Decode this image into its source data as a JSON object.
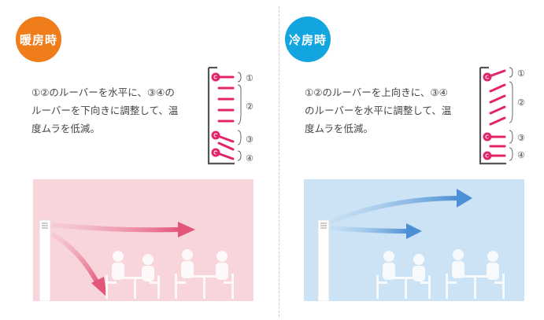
{
  "heating": {
    "badge": "暖房時",
    "badge_color": "#EE7D1A",
    "desc_line1": "①②のルーバーを水平に、③④の",
    "desc_line2": "ルーバーを下向きに調整して、温",
    "desc_line3": "度ムラを低減。",
    "scene_color": "#F7D5DA",
    "arrow_color": "#E4557A",
    "labels": [
      "①",
      "②",
      "③",
      "④"
    ]
  },
  "cooling": {
    "badge": "冷房時",
    "badge_color": "#13A5DF",
    "desc_line1": "①②のルーバーを上向きに、③④",
    "desc_line2": "のルーバーを水平に調整して、温",
    "desc_line3": "度ムラを低減。",
    "scene_color": "#CCE3F5",
    "arrow_color": "#4C8FD4",
    "labels": [
      "①",
      "②",
      "③",
      "④"
    ]
  },
  "louver_color": "#E2246A"
}
